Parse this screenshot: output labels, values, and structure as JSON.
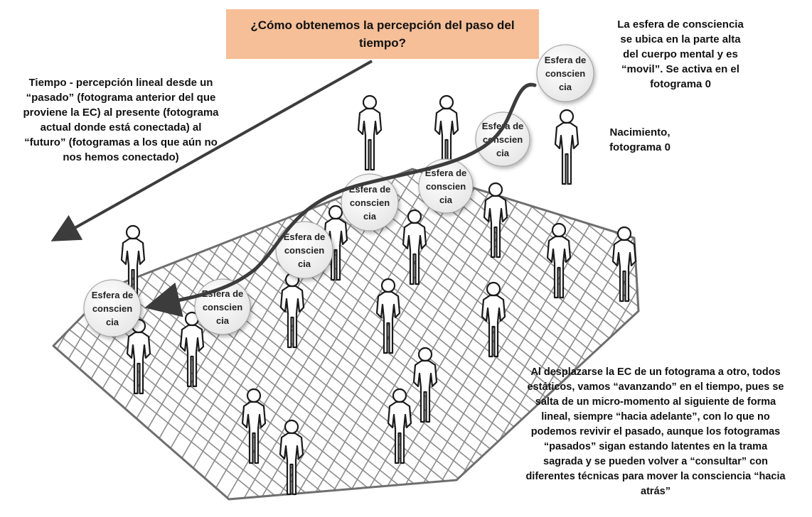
{
  "title": {
    "lines": [
      "¿Cómo obtenemos la percepción del paso del",
      "tiempo?"
    ]
  },
  "notes": {
    "time_line": [
      "Tiempo - percepción lineal desde un",
      "“pasado” (fotograma anterior del que",
      "proviene la EC) al presente (fotograma",
      "actual donde está conectada) al",
      "“futuro” (fotogramas a los que aún no",
      "nos hemos conectado)"
    ],
    "sphere_location": [
      "La esfera de consciencia",
      "se ubica en la parte alta",
      "del cuerpo mental y es",
      "“movil”. Se activa en el",
      "fotograma 0"
    ],
    "birth": [
      "Nacimiento,",
      "fotograma 0"
    ],
    "movement": [
      "Al desplazarse la EC de un fotograma a otro, todos",
      "estáticos, vamos “avanzando” en el tiempo, pues se",
      "salta de un micro-momento al siguiente de forma",
      "lineal, siempre “hacia adelante”, con lo que no",
      "podemos revivir el pasado, aunque los fotogramas",
      "“pasados” sigan estando latentes en la trama",
      "sagrada y se pueden volver a “consultar” con",
      "diferentes técnicas para mover la consciencia “hacia",
      "atrás”"
    ]
  },
  "sphere_label": [
    "Esfera de",
    "conscien",
    "cia"
  ],
  "colors": {
    "title_bg": "#f6bf98",
    "grid": "#8c8c8c",
    "arrow": "#3c3c3c"
  }
}
